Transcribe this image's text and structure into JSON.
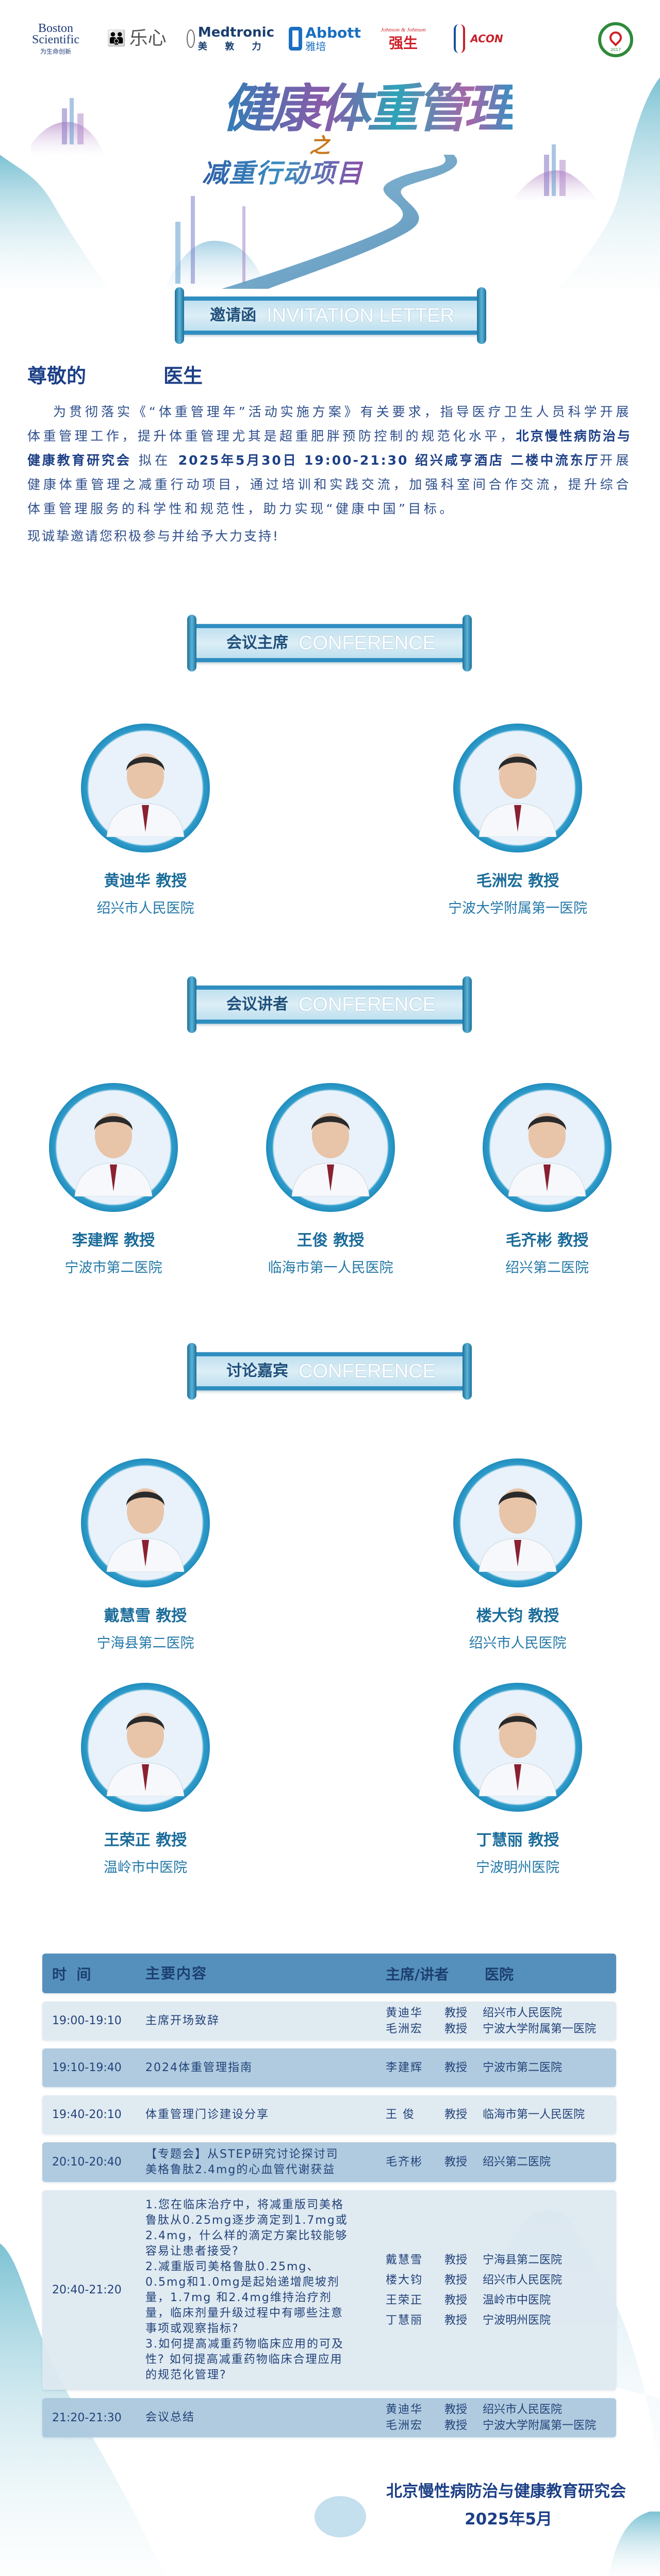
{
  "sponsors": [
    {
      "name": "Boston Scientific",
      "sub": "为生命创新",
      "color": "#1f3d7a"
    },
    {
      "name": "乐心",
      "sub": "",
      "color": "#555555"
    },
    {
      "name": "Medtronic",
      "sub": "美 敦 力",
      "color": "#1a3d6e"
    },
    {
      "name": "Abbott",
      "sub": "雅培",
      "color": "#1a6fc0"
    },
    {
      "name": "Johnson & Johnson",
      "sub": "强生",
      "color": "#d0202a"
    },
    {
      "name": "ACON",
      "sub": "",
      "color": "#c8202a"
    }
  ],
  "seal": {
    "year": "2017"
  },
  "hero": {
    "title_line1": "健康体重管理",
    "title_mid": "之",
    "title_line2": "减重行动项目"
  },
  "banners": {
    "invitation": {
      "label": "邀请函",
      "watermark": "INVITATION LETTER"
    },
    "chairs": {
      "label": "会议主席",
      "watermark": "CONFERENCE"
    },
    "speakers": {
      "label": "会议讲者",
      "watermark": "CONFERENCE"
    },
    "guests": {
      "label": "讨论嘉宾",
      "watermark": "CONFERENCE"
    }
  },
  "letter": {
    "greeting_start": "尊敬的",
    "greeting_end": "医生",
    "p1": "为贯彻落实《“体重管理年”活动实施方案》有关要求，指导医疗卫生人员科学开展体重管理工作，提升体重管理尤其是超重肥胖预防控制的规范化水平，",
    "org": "北京慢性病防治与健康教育研究会",
    "p2": " 拟在 ",
    "datetime_venue": "2025年5月30日 19:00-21:30 绍兴咸亨酒店 二楼中流东厅",
    "p3": "开展健康体重管理之减重行动项目，通过培训和实践交流，加强科室间合作交流，提升综合体重管理服务的科学性和规范性，助力实现“健康中国”目标。",
    "closing": "现诚挚邀请您积极参与并给予大力支持!"
  },
  "chairs": [
    {
      "name": "黄迪华 教授",
      "hospital": "绍兴市人民医院"
    },
    {
      "name": "毛洲宏 教授",
      "hospital": "宁波大学附属第一医院"
    }
  ],
  "speakers": [
    {
      "name": "李建辉 教授",
      "hospital": "宁波市第二医院"
    },
    {
      "name": "王俊 教授",
      "hospital": "临海市第一人民医院"
    },
    {
      "name": "毛齐彬 教授",
      "hospital": "绍兴第二医院"
    }
  ],
  "guests": [
    {
      "name": "戴慧雪 教授",
      "hospital": "宁海县第二医院"
    },
    {
      "name": "楼大钧 教授",
      "hospital": "绍兴市人民医院"
    },
    {
      "name": "王荣正 教授",
      "hospital": "温岭市中医院"
    },
    {
      "name": "丁慧丽 教授",
      "hospital": "宁波明州医院"
    }
  ],
  "schedule": {
    "headers": [
      "时  间",
      "主要内容",
      "主席/讲者",
      "医院"
    ],
    "rows": [
      {
        "time": "19:00-19:10",
        "topic": [
          "主席开场致辞"
        ],
        "speakers": [
          [
            "黄迪华",
            "教授",
            "绍兴市人民医院"
          ],
          [
            "毛洲宏",
            "教授",
            "宁波大学附属第一医院"
          ]
        ]
      },
      {
        "time": "19:10-19:40",
        "topic": [
          "2024体重管理指南"
        ],
        "speakers": [
          [
            "李建辉",
            "教授",
            "宁波市第二医院"
          ]
        ]
      },
      {
        "time": "19:40-20:10",
        "topic": [
          "体重管理门诊建设分享"
        ],
        "speakers": [
          [
            "王 俊",
            "教授",
            "临海市第一人民医院"
          ]
        ]
      },
      {
        "time": "20:10-20:40",
        "topic": [
          "【专题会】从STEP研究讨论探讨司美格鲁肽2.4mg的心血管代谢获益"
        ],
        "speakers": [
          [
            "毛齐彬",
            "教授",
            "绍兴第二医院"
          ]
        ]
      },
      {
        "time": "20:40-21:20",
        "topic": [
          "1.您在临床治疗中，将减重版司美格鲁肽从0.25mg逐步滴定到1.7mg或2.4mg，什么样的滴定方案比较能够容易让患者接受?",
          "2.减重版司美格鲁肽0.25mg、0.5mg和1.0mg是起始递增爬坡剂量，1.7mg 和2.4mg维持治疗剂量，临床剂量升级过程中有哪些注意事项或观察指标?",
          "3.如何提高减重药物临床应用的可及性? 如何提高减重药物临床合理应用的规范化管理?"
        ],
        "speakers": [
          [
            "戴慧雪",
            "教授",
            "宁海县第二医院"
          ],
          [
            "楼大钧",
            "教授",
            "绍兴市人民医院"
          ],
          [
            "王荣正",
            "教授",
            "温岭市中医院"
          ],
          [
            "丁慧丽",
            "教授",
            "宁波明州医院"
          ]
        ]
      },
      {
        "time": "21:20-21:30",
        "topic": [
          "会议总结"
        ],
        "speakers": [
          [
            "黄迪华",
            "教授",
            "绍兴市人民医院"
          ],
          [
            "毛洲宏",
            "教授",
            "宁波大学附属第一医院"
          ]
        ]
      }
    ]
  },
  "footer": {
    "organizer": "北京慢性病防治与健康教育研究会",
    "date": "2025年5月"
  },
  "colors": {
    "primary_text": "#1c3f86",
    "name_text": "#1b6c9a",
    "table_header": "#5590bd",
    "row_light": "#dde8f0",
    "row_dark": "#a9c7dc",
    "ring": "#2f9cca"
  }
}
